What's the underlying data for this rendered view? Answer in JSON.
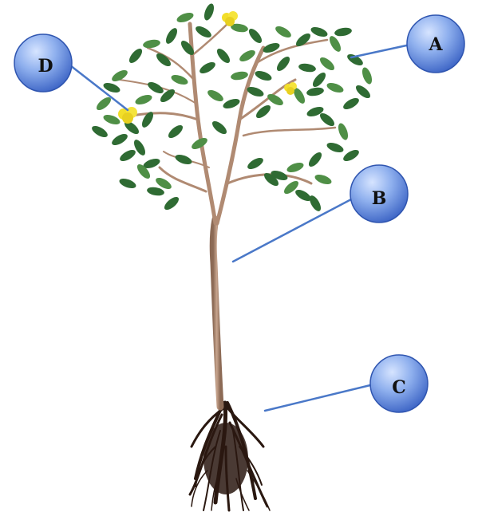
{
  "diagram": {
    "labels": [
      {
        "id": "A",
        "text": "A",
        "part": "leaves"
      },
      {
        "id": "B",
        "text": "B",
        "part": "stem"
      },
      {
        "id": "C",
        "text": "C",
        "part": "roots"
      },
      {
        "id": "D",
        "text": "D",
        "part": "flower"
      }
    ]
  },
  "colors": {
    "bubble_light": "#a9c4f5",
    "bubble_dark": "#3a62c4",
    "bubble_stroke": "#2f55b0",
    "pointer_line": "#4a78c8",
    "stem": "#b08a72",
    "leaf": "#2f6b33",
    "leaf_light": "#4f8f46",
    "flower": "#f2de2a",
    "root": "#2a1810"
  }
}
